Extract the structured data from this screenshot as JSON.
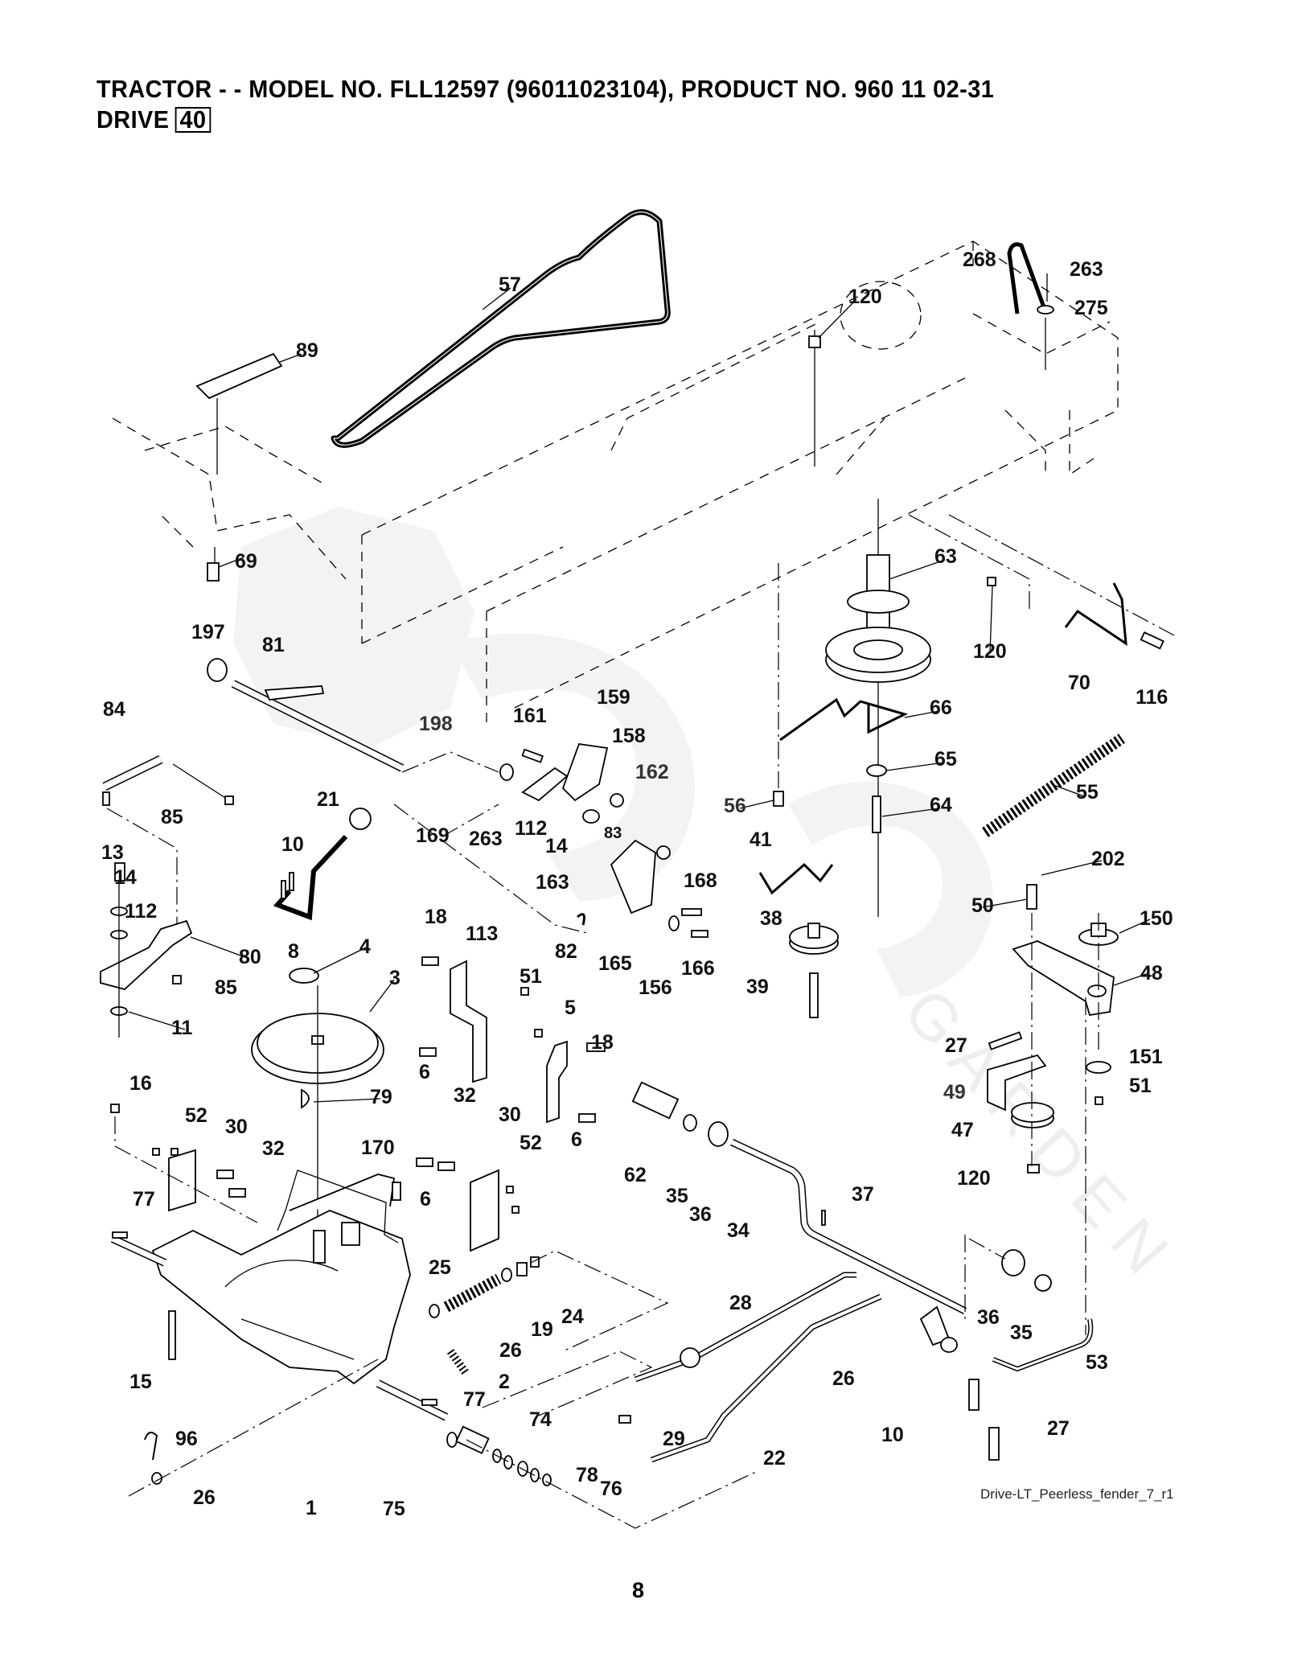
{
  "header": {
    "line1": "TRACTOR - - MODEL NO. FLL12597   (96011023104), PRODUCT NO. 960 11 02-31",
    "section_label": "DRIVE",
    "section_number": "40"
  },
  "diagram": {
    "callouts": [
      {
        "id": "57",
        "label": "57"
      },
      {
        "id": "89",
        "label": "89"
      },
      {
        "id": "69",
        "label": "69"
      },
      {
        "id": "268",
        "label": "268"
      },
      {
        "id": "263a",
        "label": "263"
      },
      {
        "id": "275",
        "label": "275"
      },
      {
        "id": "120a",
        "label": "120"
      },
      {
        "id": "63",
        "label": "63"
      },
      {
        "id": "120b",
        "label": "120"
      },
      {
        "id": "70",
        "label": "70"
      },
      {
        "id": "116",
        "label": "116"
      },
      {
        "id": "66",
        "label": "66"
      },
      {
        "id": "65",
        "label": "65"
      },
      {
        "id": "55",
        "label": "55"
      },
      {
        "id": "64",
        "label": "64"
      },
      {
        "id": "56",
        "label": "56"
      },
      {
        "id": "41",
        "label": "41"
      },
      {
        "id": "197",
        "label": "197"
      },
      {
        "id": "81",
        "label": "81"
      },
      {
        "id": "84",
        "label": "84"
      },
      {
        "id": "85a",
        "label": "85"
      },
      {
        "id": "198",
        "label": "198"
      },
      {
        "id": "161",
        "label": "161"
      },
      {
        "id": "159",
        "label": "159"
      },
      {
        "id": "158",
        "label": "158"
      },
      {
        "id": "162",
        "label": "162"
      },
      {
        "id": "21",
        "label": "21"
      },
      {
        "id": "10a",
        "label": "10"
      },
      {
        "id": "169",
        "label": "169"
      },
      {
        "id": "263b",
        "label": "263"
      },
      {
        "id": "112a",
        "label": "112"
      },
      {
        "id": "14a",
        "label": "14"
      },
      {
        "id": "83",
        "label": "83"
      },
      {
        "id": "163",
        "label": "163"
      },
      {
        "id": "13",
        "label": "13"
      },
      {
        "id": "14b",
        "label": "14"
      },
      {
        "id": "112b",
        "label": "112"
      },
      {
        "id": "80",
        "label": "80"
      },
      {
        "id": "8",
        "label": "8"
      },
      {
        "id": "85b",
        "label": "85"
      },
      {
        "id": "11",
        "label": "11"
      },
      {
        "id": "4",
        "label": "4"
      },
      {
        "id": "3",
        "label": "3"
      },
      {
        "id": "168",
        "label": "168"
      },
      {
        "id": "82",
        "label": "82"
      },
      {
        "id": "165",
        "label": "165"
      },
      {
        "id": "156",
        "label": "156"
      },
      {
        "id": "166",
        "label": "166"
      },
      {
        "id": "38",
        "label": "38"
      },
      {
        "id": "39",
        "label": "39"
      },
      {
        "id": "18a",
        "label": "18"
      },
      {
        "id": "113",
        "label": "113"
      },
      {
        "id": "51a",
        "label": "51"
      },
      {
        "id": "5",
        "label": "5"
      },
      {
        "id": "18b",
        "label": "18"
      },
      {
        "id": "6a",
        "label": "6"
      },
      {
        "id": "6b",
        "label": "6"
      },
      {
        "id": "202",
        "label": "202"
      },
      {
        "id": "50",
        "label": "50"
      },
      {
        "id": "150",
        "label": "150"
      },
      {
        "id": "48",
        "label": "48"
      },
      {
        "id": "27a",
        "label": "27"
      },
      {
        "id": "151",
        "label": "151"
      },
      {
        "id": "49",
        "label": "49"
      },
      {
        "id": "51b",
        "label": "51"
      },
      {
        "id": "47",
        "label": "47"
      },
      {
        "id": "120c",
        "label": "120"
      },
      {
        "id": "16",
        "label": "16"
      },
      {
        "id": "52a",
        "label": "52"
      },
      {
        "id": "30a",
        "label": "30"
      },
      {
        "id": "32a",
        "label": "32"
      },
      {
        "id": "170",
        "label": "170"
      },
      {
        "id": "77a",
        "label": "77"
      },
      {
        "id": "32b",
        "label": "32"
      },
      {
        "id": "30b",
        "label": "30"
      },
      {
        "id": "52b",
        "label": "52"
      },
      {
        "id": "6c",
        "label": "6"
      },
      {
        "id": "79",
        "label": "79"
      },
      {
        "id": "62",
        "label": "62"
      },
      {
        "id": "35a",
        "label": "35"
      },
      {
        "id": "36a",
        "label": "36"
      },
      {
        "id": "34",
        "label": "34"
      },
      {
        "id": "37",
        "label": "37"
      },
      {
        "id": "25",
        "label": "25"
      },
      {
        "id": "19",
        "label": "19"
      },
      {
        "id": "24",
        "label": "24"
      },
      {
        "id": "26a",
        "label": "26"
      },
      {
        "id": "2",
        "label": "2"
      },
      {
        "id": "28",
        "label": "28"
      },
      {
        "id": "36b",
        "label": "36"
      },
      {
        "id": "35b",
        "label": "35"
      },
      {
        "id": "53",
        "label": "53"
      },
      {
        "id": "26b",
        "label": "26"
      },
      {
        "id": "10b",
        "label": "10"
      },
      {
        "id": "27b",
        "label": "27"
      },
      {
        "id": "15",
        "label": "15"
      },
      {
        "id": "77b",
        "label": "77"
      },
      {
        "id": "74",
        "label": "74"
      },
      {
        "id": "29",
        "label": "29"
      },
      {
        "id": "22",
        "label": "22"
      },
      {
        "id": "96",
        "label": "96"
      },
      {
        "id": "1",
        "label": "1"
      },
      {
        "id": "26c",
        "label": "26"
      },
      {
        "id": "75",
        "label": "75"
      },
      {
        "id": "78",
        "label": "78"
      },
      {
        "id": "76",
        "label": "76"
      }
    ],
    "caption": "Drive-LT_Peerless_fender_7_r1",
    "watermark_text": "GARDEN"
  },
  "footer": {
    "page_number": "8"
  }
}
